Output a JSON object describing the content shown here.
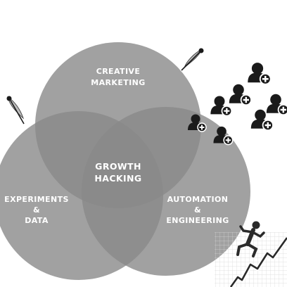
{
  "venn": {
    "top_line1": "CREATIVE",
    "top_line2": "MARKETING",
    "left_line1": "EXPERIMENTS",
    "left_line2": "&",
    "left_line3": "DATA",
    "right_line1": "AUTOMATION",
    "right_line2": "&",
    "right_line3": "ENGINEERING",
    "center_line1": "GROWTH",
    "center_line2": "HACKING"
  },
  "colors": {
    "circle_fill": "#8a8a8a",
    "label": "#ffffff",
    "icon_dark": "#1a1a1a",
    "chart_grid": "#d4d4d4"
  },
  "icons": [
    "feather-pen-icon",
    "feather-pen-icon",
    "add-user-icon",
    "running-man-icon",
    "growth-chart-icon"
  ]
}
